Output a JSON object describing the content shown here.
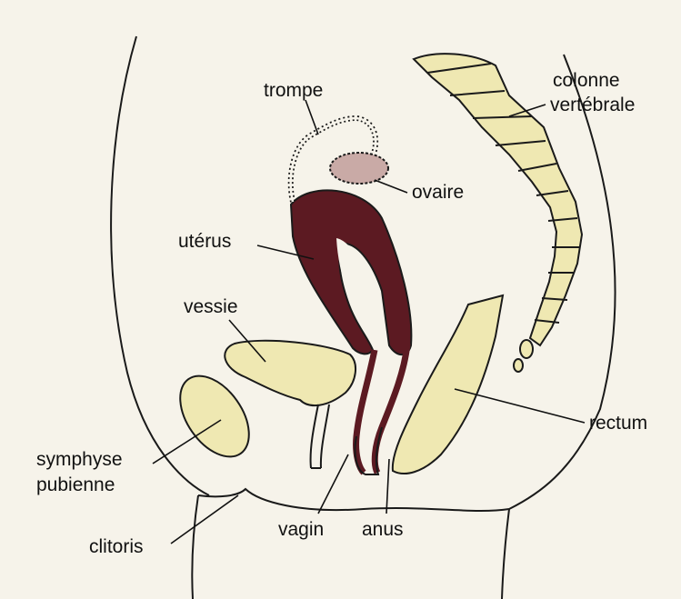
{
  "colors": {
    "paper": "#f6f3ea",
    "organ": "#efe8b2",
    "uterus": "#5c1a22",
    "ovary": "#c9aaa6",
    "line": "#1a1a1a"
  },
  "labels": {
    "trompe": "trompe",
    "colonne_1": "colonne",
    "colonne_2": "vertébrale",
    "ovaire": "ovaire",
    "uterus": "utérus",
    "vessie": "vessie",
    "rectum": "rectum",
    "symphyse_1": "symphyse",
    "symphyse_2": "pubienne",
    "clitoris": "clitoris",
    "vagin": "vagin",
    "anus": "anus"
  }
}
